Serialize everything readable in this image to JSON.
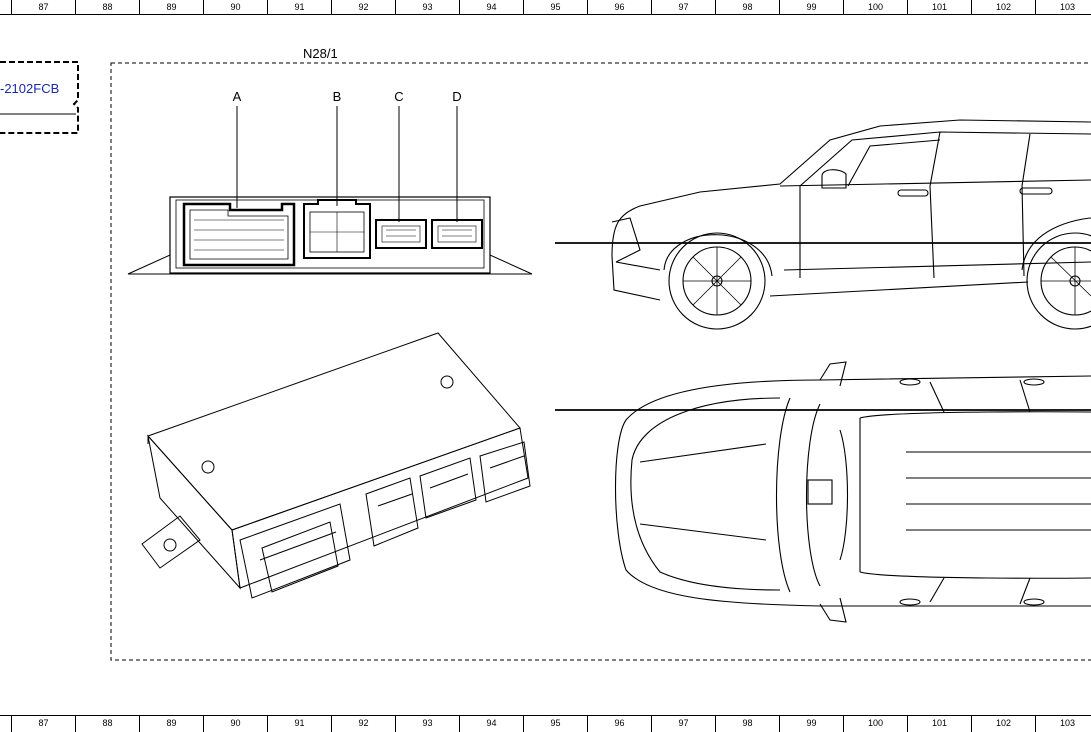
{
  "ruler": {
    "numbers": [
      "87",
      "88",
      "89",
      "90",
      "91",
      "92",
      "93",
      "94",
      "95",
      "96",
      "97",
      "98",
      "99",
      "100",
      "101",
      "102",
      "103"
    ]
  },
  "component": {
    "designation": "N28/1",
    "reference_code": "-2102FCB",
    "connectors": [
      "A",
      "B",
      "C",
      "D"
    ]
  },
  "icons": {
    "module_front": "control-module-front-view",
    "module_iso": "control-module-isometric-view",
    "car_side": "vehicle-side-view",
    "car_top": "vehicle-top-view"
  }
}
